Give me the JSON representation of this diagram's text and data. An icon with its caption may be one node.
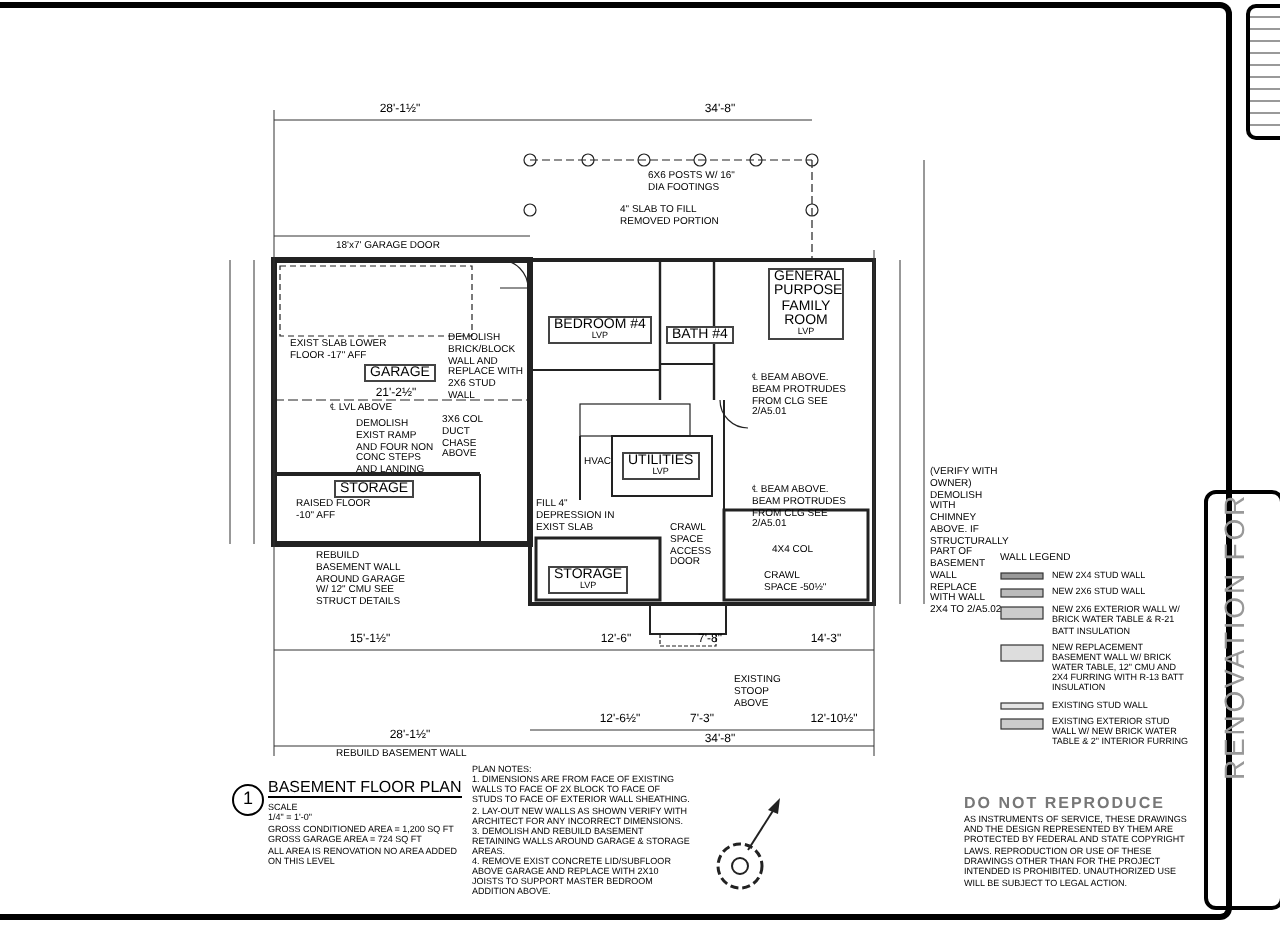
{
  "diagram": {
    "title": "BASEMENT FLOOR PLAN",
    "nodes": [
      {
        "text": [
          "GARAGE"
        ]
      },
      {
        "text": [
          "BEDROOM #4",
          "LVP"
        ]
      },
      {
        "text": [
          "BATH #4"
        ]
      },
      {
        "text": [
          "GENERAL PURPOSE FAMILY ROOM",
          "LVP"
        ]
      },
      {
        "text": [
          "UTILITIES",
          "LVP"
        ]
      },
      {
        "text": [
          "STORAGE"
        ]
      },
      {
        "text": [
          "STORAGE",
          "LVP"
        ]
      }
    ],
    "labels": [
      "28'-1½\"",
      "34'-8\"",
      "6X6 POSTS W/ 16\" DIA FOOTINGS",
      "4\" SLAB TO FILL REMOVED PORTION",
      "18'x7' GARAGE DOOR",
      "EXIST SLAB LOWER FLOOR -17\" AFF",
      "DEMOLISH BRICK/BLOCK WALL AND REPLACE WITH 2X6 STUD WALL",
      "21'-2½\"",
      "℄ LVL ABOVE",
      "DEMOLISH EXIST RAMP AND FOUR NON CONC STEPS AND LANDING",
      "3X6 COL DUCT CHASE ABOVE",
      "℄ BEAM ABOVE. BEAM PROTRUDES FROM CLG SEE 2/A5.01",
      "HVAC",
      "℄ BEAM ABOVE. BEAM PROTRUDES FROM CLG SEE 2/A5.01",
      "(VERIFY WITH OWNER) DEMOLISH WITH CHIMNEY ABOVE. IF STRUCTURALLY PART OF BASEMENT WALL REPLACE WITH WALL 2X4 TO 2/A5.02",
      "RAISED FLOOR -10\" AFF",
      "FILL 4\" DEPRESSION IN EXIST SLAB",
      "CRAWL SPACE ACCESS DOOR",
      "4X4 COL",
      "CRAWL SPACE -50½\"",
      "REBUILD BASEMENT WALL AROUND GARAGE W/ 12\" CMU SEE STRUCT DETAILS",
      "15'-1½\"",
      "12'-6\"",
      "7'-8\"",
      "14'-3\"",
      "EXISTING STOOP ABOVE",
      "12'-6½\"",
      "7'-3\"",
      "12'-10½\"",
      "28'-1½\"",
      "34'-8\"",
      "REBUILD BASEMENT WALL",
      "WALL LEGEND",
      "1",
      "SCALE",
      "1/4\" = 1'-0\"",
      "GROSS CONDITIONED AREA = 1,200 SQ FT",
      "GROSS GARAGE AREA = 724 SQ FT",
      "ALL AREA IS RENOVATION NO AREA ADDED ON THIS LEVEL",
      "PLAN NOTES:",
      "1. DIMENSIONS ARE FROM FACE OF EXISTING WALLS TO FACE OF 2X BLOCK TO FACE OF STUDS TO FACE OF EXTERIOR WALL SHEATHING.",
      "2. LAY-OUT NEW WALLS AS SHOWN VERIFY WITH ARCHITECT FOR ANY INCORRECT DIMENSIONS.",
      "3. DEMOLISH AND REBUILD BASEMENT RETAINING WALLS AROUND GARAGE & STORAGE AREAS.",
      "4. REMOVE EXIST CONCRETE LID/SUBFLOOR ABOVE GARAGE AND REPLACE WITH 2X10 JOISTS TO SUPPORT MASTER BEDROOM ADDITION ABOVE.",
      "DO NOT REPRODUCE",
      "AS INSTRUMENTS OF SERVICE, THESE DRAWINGS AND THE DESIGN REPRESENTED BY THEM ARE PROTECTED BY FEDERAL AND STATE COPYRIGHT LAWS. REPRODUCTION OR USE OF THESE DRAWINGS OTHER THAN FOR THE PROJECT INTENDED IS PROHIBITED. UNAUTHORIZED USE WILL BE SUBJECT TO LEGAL ACTION.",
      "RENOVATION FOR"
    ],
    "legend": [
      {
        "text": "NEW 2X4 STUD WALL"
      },
      {
        "text": "NEW 2X6 STUD WALL"
      },
      {
        "text": "NEW 2X6 EXTERIOR WALL W/ BRICK WATER TABLE & R-21 BATT INSULATION"
      },
      {
        "text": "NEW REPLACEMENT BASEMENT WALL W/ BRICK WATER TABLE, 12\" CMU AND 2X4 FURRING WITH R-13 BATT INSULATION"
      },
      {
        "text": "EXISTING STUD WALL"
      },
      {
        "text": "EXISTING EXTERIOR STUD WALL W/ NEW BRICK WATER TABLE & 2\" INTERIOR FURRING"
      }
    ]
  }
}
